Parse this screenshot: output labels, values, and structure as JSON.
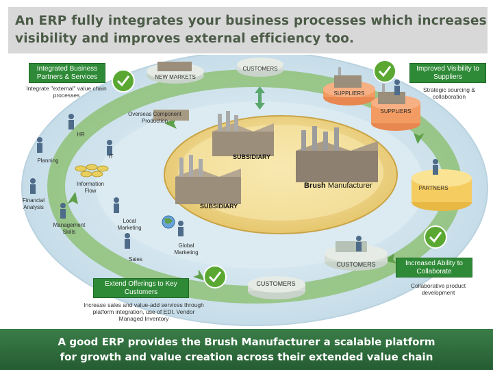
{
  "header": {
    "title_line1": "An ERP fully integrates your business processes which increases",
    "title_line2": "visibility and improves external efficiency too."
  },
  "boxes": {
    "partners_services": "Integrated Business Partners & Services",
    "partners_services_note": "Integrate \"external\" value chain processes",
    "visibility_suppliers": "Improved Visibility to Suppliers",
    "visibility_suppliers_note": "Strategic sourcing & collaboration",
    "extend_offerings": "Extend Offerings to Key Customers",
    "extend_offerings_note": "Increase sales and value-add services through platform integration, use of EDI, Vendor Managed Inventory",
    "collaborate": "Increased Ability to Collaborate",
    "collaborate_note": "Collaborative product development"
  },
  "labels": {
    "new_markets": "NEW MARKETS",
    "customers_top": "CUSTOMERS",
    "suppliers_1": "SUPPLIERS",
    "suppliers_2": "SUPPLIERS",
    "overseas": "Overseas Component Production",
    "hr": "HR",
    "it": "IT",
    "planning": "Planning",
    "information_flow": "Information Flow",
    "financial_analysis": "Financial Analysis",
    "management_skills": "Management Skills",
    "local_marketing": "Local Marketing",
    "sales": "Sales",
    "global_marketing": "Global Marketing",
    "subsidiary_1": "SUBSIDIARY",
    "subsidiary_2": "SUBSIDIARY",
    "brush": "Brush",
    "manufacturer": "Manufacturer",
    "partners": "PARTNERS",
    "customers_right": "CUSTOMERS",
    "customers_bottom": "CUSTOMERS"
  },
  "footer": {
    "line1": "A good ERP provides the Brush Manufacturer a scalable platform",
    "line2": "for growth and value creation across their extended value chain"
  },
  "colors": {
    "header_bg": "#d8d8d8",
    "header_text": "#4b5b47",
    "box_green": "#2f8a37",
    "footer_green": "#2e6b3c",
    "ring_blue": "#cfe3ee",
    "ring_green": "#8fc178",
    "core_yellow": "#f2e2a0",
    "supplier_orange": "#f0935c",
    "partner_yellow": "#f7d36c",
    "customer_grey": "#d6ddd6"
  },
  "icons": [
    "check-icon",
    "factory-icon",
    "arrow-icon",
    "coins-icon",
    "people-icon"
  ]
}
